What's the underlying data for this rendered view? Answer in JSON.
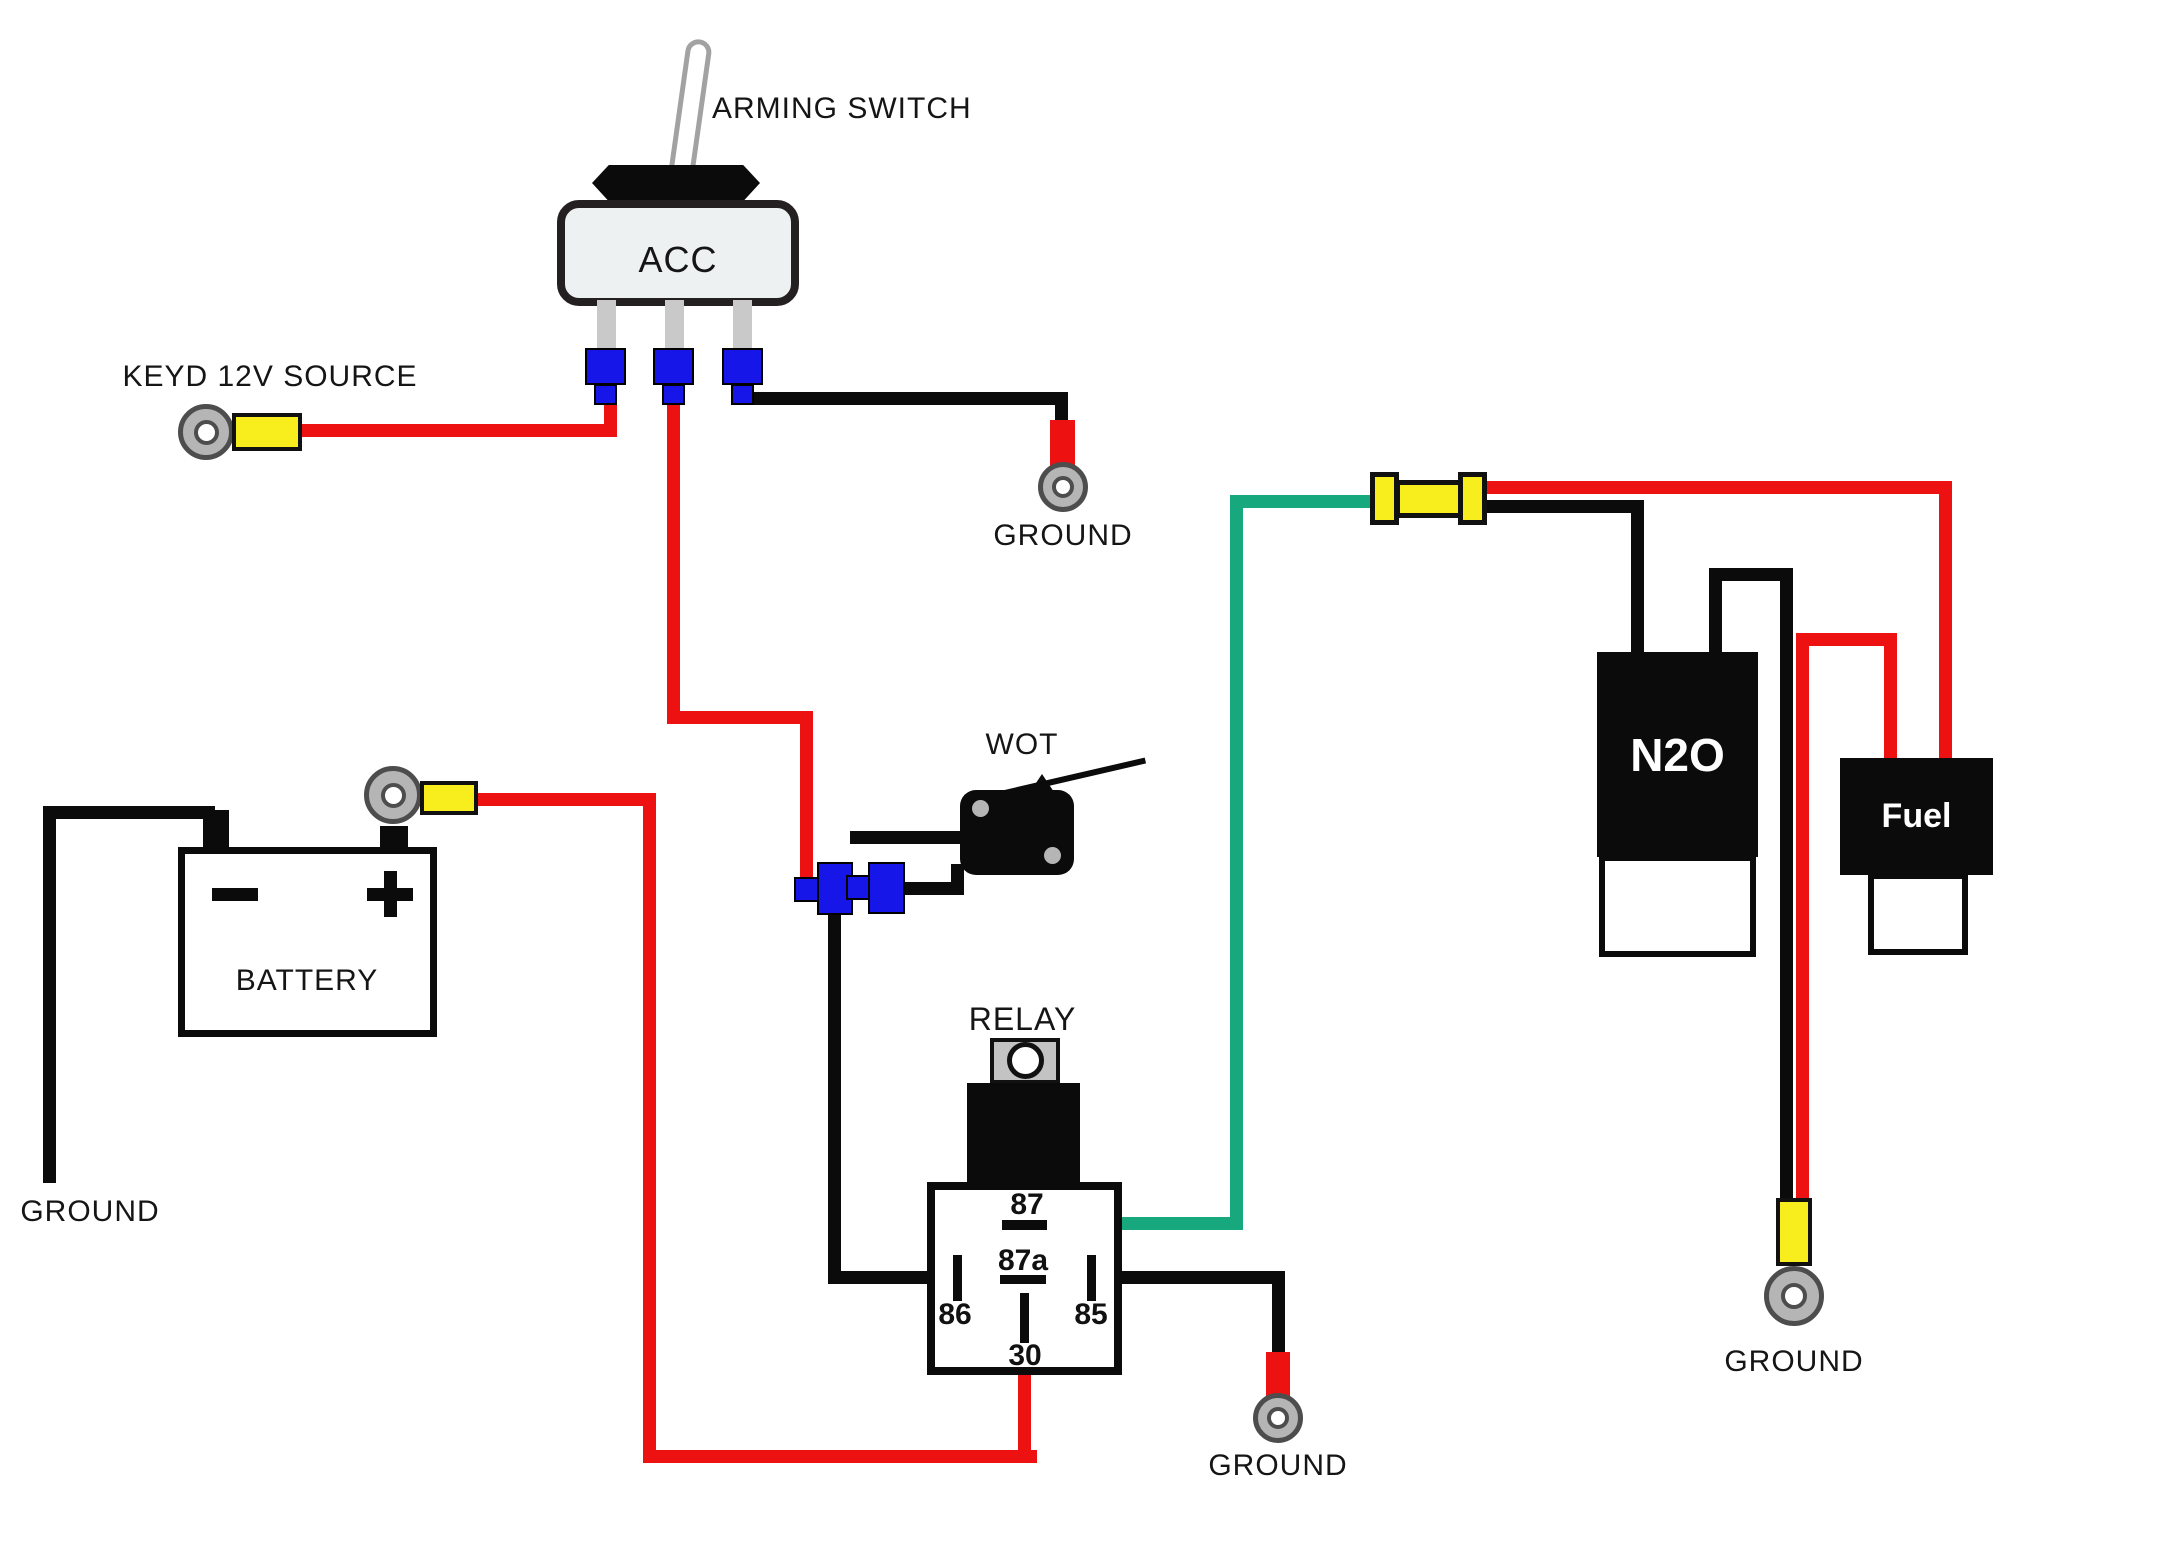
{
  "title": "Nitrous arming switch and relay wiring diagram",
  "labels": {
    "arming_switch": "ARMING SWITCH",
    "acc": "ACC",
    "keyd_12v_source": "KEYD 12V SOURCE",
    "ground": "GROUND",
    "wot": "WOT",
    "relay": "RELAY",
    "battery": "BATTERY",
    "battery_minus": "–",
    "battery_plus": "+",
    "n2o": "N2O",
    "fuel": "Fuel",
    "pin_87": "87",
    "pin_87a": "87a",
    "pin_86": "86",
    "pin_85": "85",
    "pin_30": "30"
  },
  "colors": {
    "wire_red": "#ee1111",
    "wire_black": "#0b0b0b",
    "wire_green": "#18a87e",
    "connector_blue": "#1616e8",
    "crimp_yellow": "#f8ee1e",
    "ring_gray": "#b5b5b5",
    "background": "#ffffff"
  },
  "components": [
    "arming toggle switch (ACC) with three terminals",
    "keyed 12V source ring terminal",
    "chassis ground ring terminals (x5 labels)",
    "WOT microswitch",
    "30A relay with pins 87, 87a, 86, 85, 30",
    "battery with + and - posts",
    "inline fuse holder",
    "N2O solenoid",
    "Fuel solenoid"
  ]
}
